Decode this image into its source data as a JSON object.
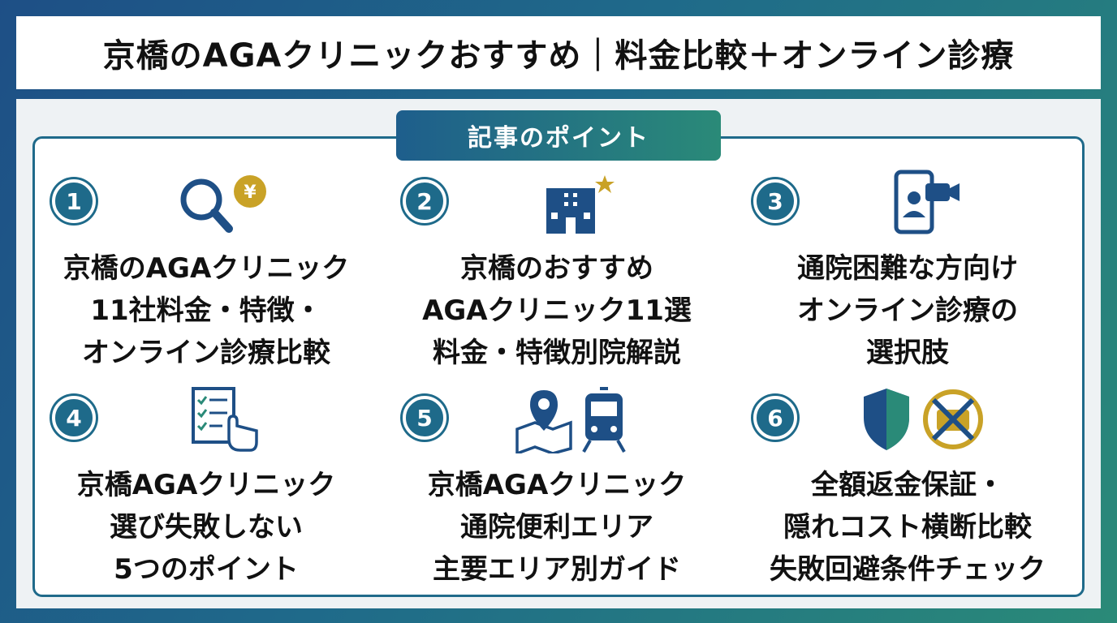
{
  "title": "京橋のAGAクリニックおすすめ｜料金比較＋オンライン診療",
  "section_label": "記事のポイント",
  "colors": {
    "navy": "#1e4f86",
    "teal": "#2a8a78",
    "gold": "#c9a227",
    "white": "#ffffff"
  },
  "points": [
    {
      "number": "1",
      "icon": "magnifier-yen-icon",
      "lines": [
        "京橋のAGAクリニック",
        "11社料金・特徴・",
        "オンライン診療比較"
      ]
    },
    {
      "number": "2",
      "icon": "hospital-star-icon",
      "lines": [
        "京橋のおすすめ",
        "AGAクリニック11選",
        "料金・特徴別院解説"
      ]
    },
    {
      "number": "3",
      "icon": "smartphone-video-icon",
      "lines": [
        "通院困難な方向け",
        "オンライン診療の",
        "選択肢"
      ]
    },
    {
      "number": "4",
      "icon": "checklist-hand-icon",
      "lines": [
        "京橋AGAクリニック",
        "選び失敗しない",
        "5つのポイント"
      ]
    },
    {
      "number": "5",
      "icon": "map-pin-train-icon",
      "lines": [
        "京橋AGAクリニック",
        "通院便利エリア",
        "主要エリア別ガイド"
      ]
    },
    {
      "number": "6",
      "icon": "shield-no-wallet-icon",
      "lines": [
        "全額返金保証・",
        "隠れコスト横断比較",
        "失敗回避条件チェック"
      ]
    }
  ]
}
